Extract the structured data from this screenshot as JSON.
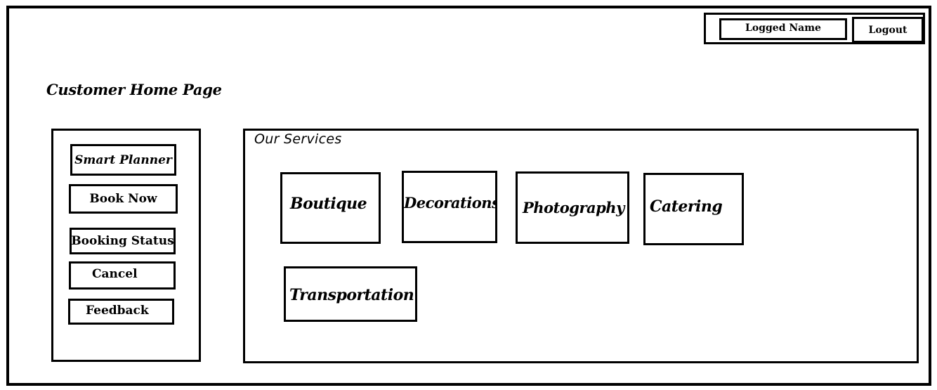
{
  "header": {
    "logged_name_label": "Logged Name",
    "logout_label": "Logout"
  },
  "page": {
    "title": "Customer Home Page"
  },
  "sidebar": {
    "items": [
      {
        "label": "Smart Planner"
      },
      {
        "label": "Book Now"
      },
      {
        "label": "Booking Status"
      },
      {
        "label": "Cancel"
      },
      {
        "label": "Feedback"
      }
    ]
  },
  "services": {
    "title": "Our Services",
    "items": [
      {
        "label": "Boutique"
      },
      {
        "label": "Decorations"
      },
      {
        "label": "Photography"
      },
      {
        "label": "Catering"
      },
      {
        "label": "Transportation"
      }
    ]
  }
}
